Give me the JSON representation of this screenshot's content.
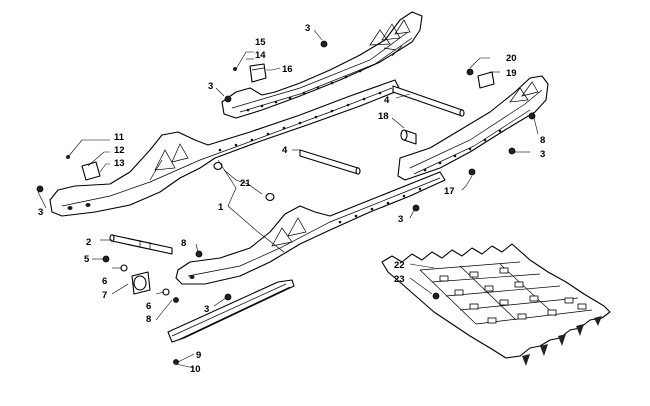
{
  "callouts": [
    {
      "id": "c3a",
      "text": "3"
    },
    {
      "id": "c15",
      "text": "15"
    },
    {
      "id": "c14",
      "text": "14"
    },
    {
      "id": "c16",
      "text": "16"
    },
    {
      "id": "c20",
      "text": "20"
    },
    {
      "id": "c19",
      "text": "19"
    },
    {
      "id": "c3b",
      "text": "3"
    },
    {
      "id": "c4a",
      "text": "4"
    },
    {
      "id": "c18",
      "text": "18"
    },
    {
      "id": "c8a",
      "text": "8"
    },
    {
      "id": "c3c",
      "text": "3"
    },
    {
      "id": "c11",
      "text": "11"
    },
    {
      "id": "c12",
      "text": "12"
    },
    {
      "id": "c13",
      "text": "13"
    },
    {
      "id": "c4b",
      "text": "4"
    },
    {
      "id": "c21",
      "text": "21"
    },
    {
      "id": "c17",
      "text": "17"
    },
    {
      "id": "c3d",
      "text": "3"
    },
    {
      "id": "c1",
      "text": "1"
    },
    {
      "id": "c3e",
      "text": "3"
    },
    {
      "id": "c2",
      "text": "2"
    },
    {
      "id": "c8b",
      "text": "8"
    },
    {
      "id": "c5",
      "text": "5"
    },
    {
      "id": "c6a",
      "text": "6"
    },
    {
      "id": "c7",
      "text": "7"
    },
    {
      "id": "c6b",
      "text": "6"
    },
    {
      "id": "c8c",
      "text": "8"
    },
    {
      "id": "c3f",
      "text": "3"
    },
    {
      "id": "c22",
      "text": "22"
    },
    {
      "id": "c23",
      "text": "23"
    },
    {
      "id": "c9",
      "text": "9"
    },
    {
      "id": "c10",
      "text": "10"
    }
  ]
}
